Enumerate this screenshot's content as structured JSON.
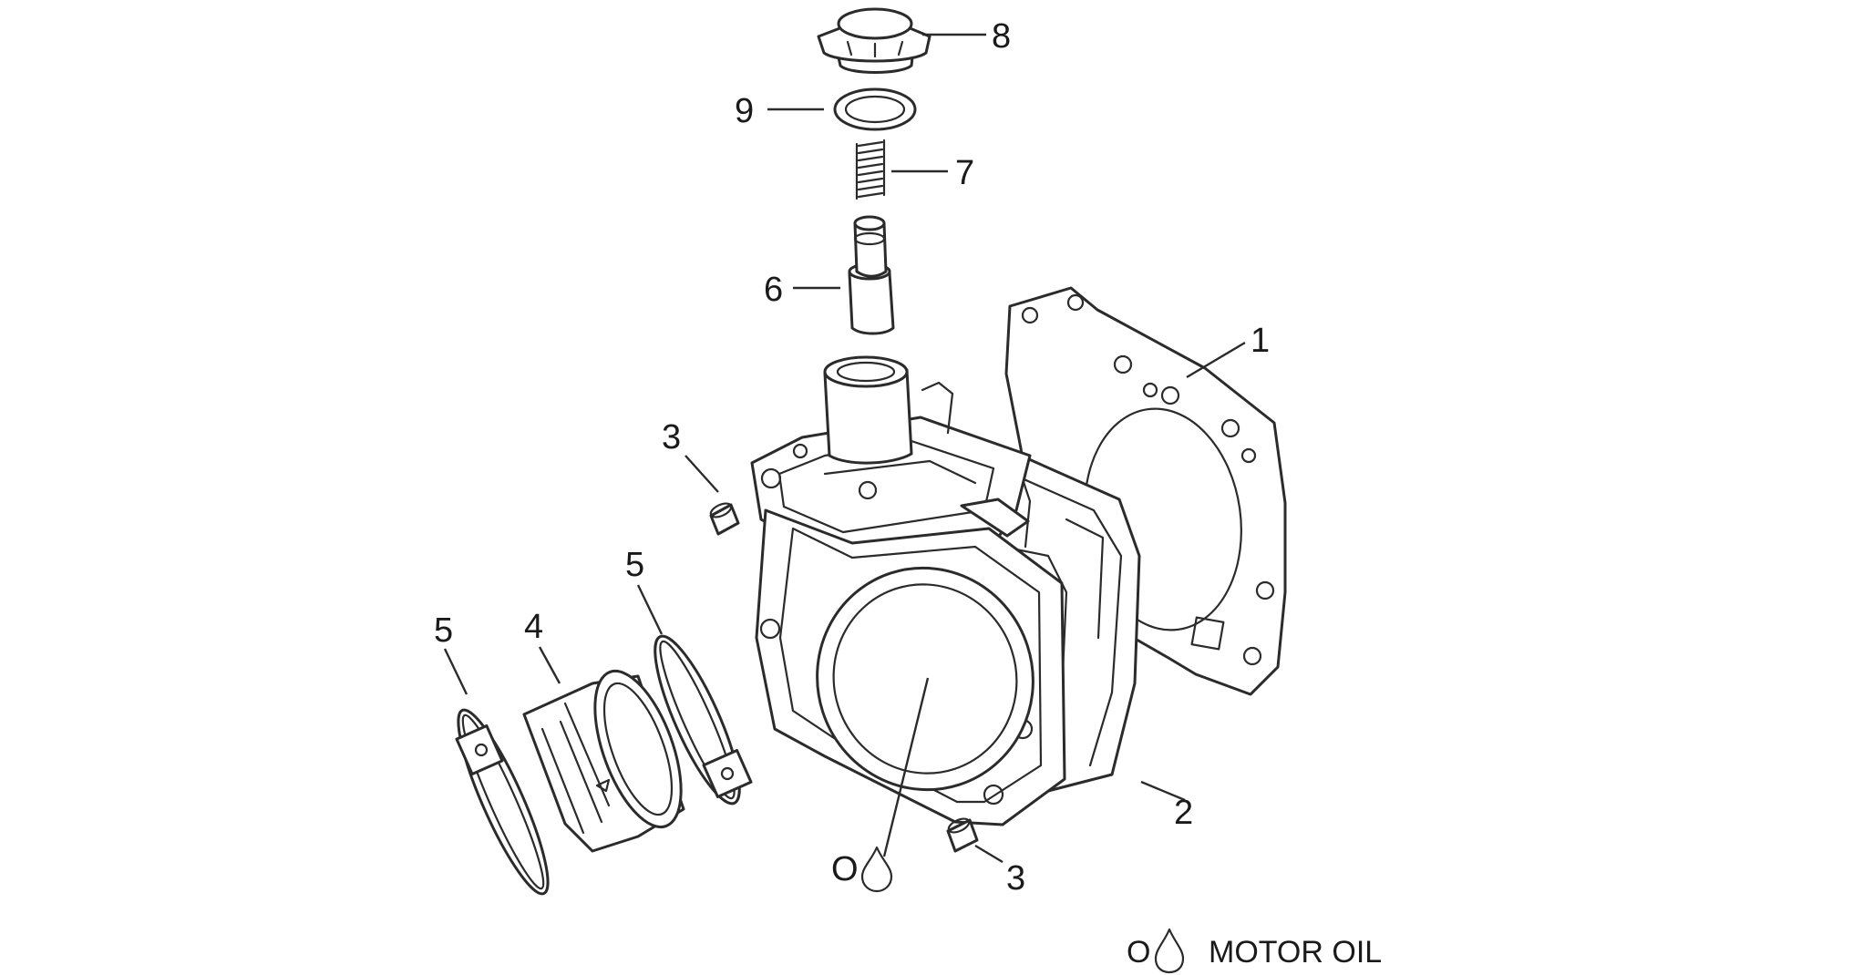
{
  "callouts": {
    "c1": "1",
    "c2": "2",
    "c3a": "3",
    "c3b": "3",
    "c4": "4",
    "c5a": "5",
    "c5b": "5",
    "c6": "6",
    "c7": "7",
    "c8": "8",
    "c9": "9"
  },
  "oil_marker": {
    "symbol": "O"
  },
  "legend": {
    "symbol": "O",
    "label": "MOTOR OIL"
  },
  "icons": {
    "oil_drop": "oil-drop-icon"
  },
  "colors": {
    "line": "#2b2b2b",
    "text": "#1a1a1a",
    "background": "#ffffff"
  }
}
